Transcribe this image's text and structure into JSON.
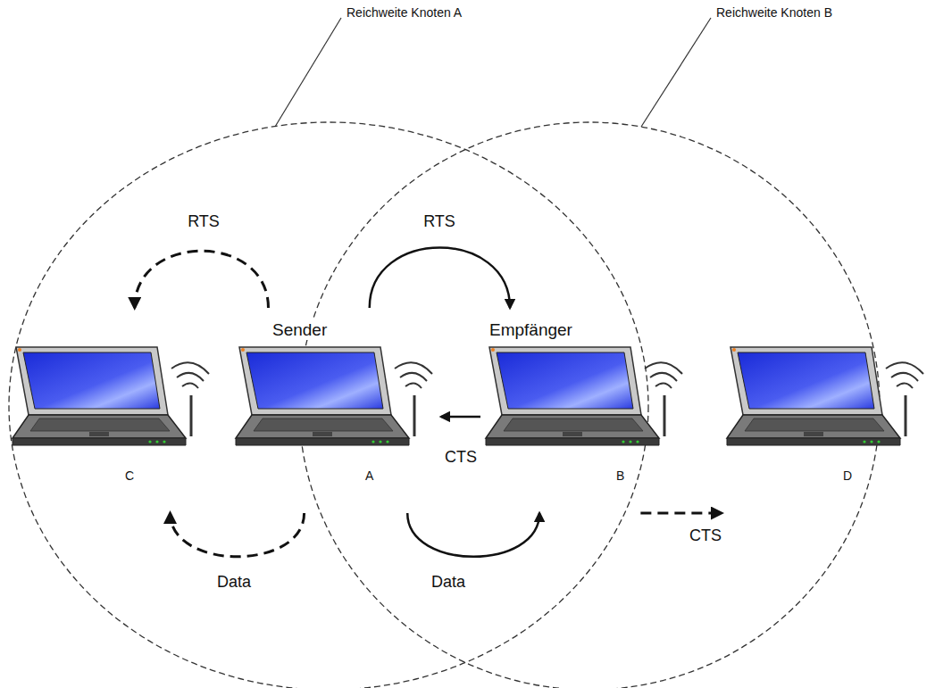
{
  "diagram": {
    "nodes": [
      {
        "text": [
          "C"
        ]
      },
      {
        "text": [
          "Sender",
          "A"
        ]
      },
      {
        "text": [
          "Empfänger",
          "B"
        ]
      },
      {
        "text": [
          "D"
        ]
      }
    ],
    "edges": [
      {
        "from": 1,
        "to": 0,
        "arrow": "to",
        "label": "RTS"
      },
      {
        "from": 1,
        "to": 2,
        "arrow": "to",
        "label": "RTS"
      },
      {
        "from": 2,
        "to": 1,
        "arrow": "to",
        "label": "CTS"
      },
      {
        "from": 1,
        "to": 0,
        "arrow": "to",
        "label": "Data"
      },
      {
        "from": 1,
        "to": 2,
        "arrow": "to",
        "label": "Data"
      },
      {
        "from": 2,
        "to": 3,
        "arrow": "to",
        "label": "CTS"
      }
    ],
    "labels": [
      "Reichweite Knoten A",
      "Reichweite Knoten B"
    ]
  }
}
